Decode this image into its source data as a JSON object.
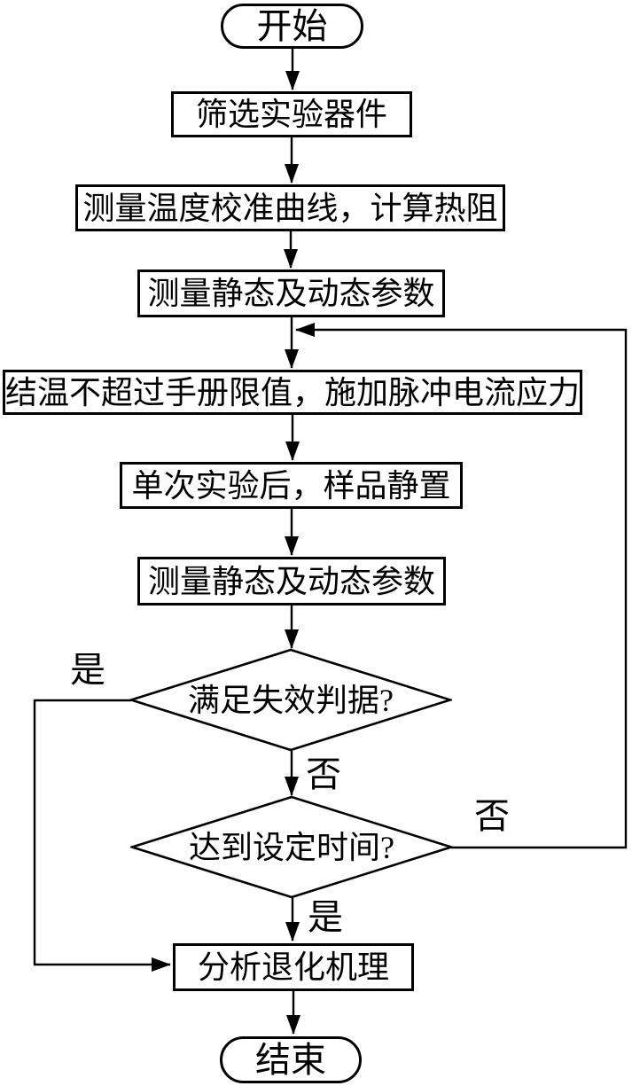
{
  "diagram": {
    "type": "flowchart",
    "language": "zh-CN",
    "colors": {
      "stroke": "#000000",
      "fill": "#ffffff",
      "text": "#000000",
      "background": "#ffffff"
    },
    "nodes": {
      "start": {
        "label": "开始",
        "shape": "terminator"
      },
      "screen_devices": {
        "label": "筛选实验器件",
        "shape": "process"
      },
      "measure_calibration": {
        "label": "测量温度校准曲线，计算热阻",
        "shape": "process"
      },
      "measure_params_initial": {
        "label": "测量静态及动态参数",
        "shape": "process"
      },
      "apply_stress": {
        "label": "结温不超过手册限值，施加脉冲电流应力",
        "shape": "process"
      },
      "rest_sample": {
        "label": "单次实验后，样品静置",
        "shape": "process"
      },
      "measure_params_repeat": {
        "label": "测量静态及动态参数",
        "shape": "process"
      },
      "failure_decision": {
        "label": "满足失效判据?",
        "shape": "decision"
      },
      "time_decision": {
        "label": "达到设定时间?",
        "shape": "decision"
      },
      "analyze_degradation": {
        "label": "分析退化机理",
        "shape": "process"
      },
      "end": {
        "label": "结束",
        "shape": "terminator"
      }
    },
    "edge_labels": {
      "failure_yes": "是",
      "failure_no": "否",
      "time_no": "否",
      "time_yes": "是"
    }
  }
}
